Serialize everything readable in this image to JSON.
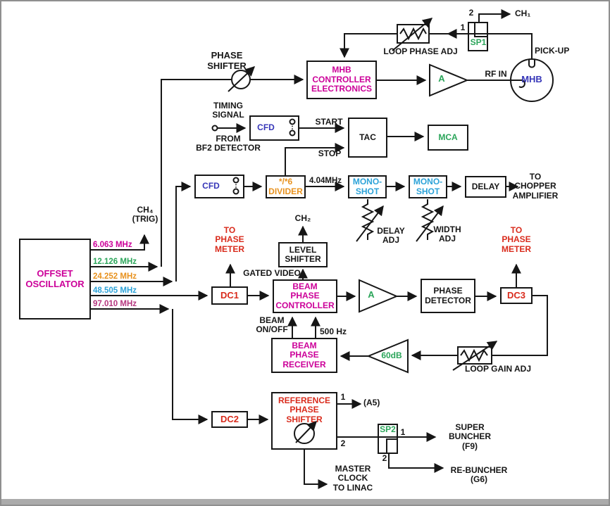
{
  "colors": {
    "line": "#161616",
    "magenta": "#cc0099",
    "red": "#d92b1c",
    "green": "#2ba55a",
    "blue": "#3636b8",
    "orange": "#e8921e",
    "cyan": "#2ba2d8",
    "rose": "#b5367e"
  },
  "mhb_loop": {
    "port2": "2",
    "ch1": "CH₁",
    "port1": "1",
    "sp1": "SP1",
    "loop_phase_adj": "LOOP PHASE ADJ",
    "pick_up": "PICK-UP",
    "phase_shifter": "PHASE\nSHIFTER",
    "controller": "MHB\nCONTROLLER\nELECTRONICS",
    "amp": "A",
    "rf_in": "RF IN",
    "mhb": "MHB"
  },
  "tac_chain": {
    "timing": "TIMING\nSIGNAL",
    "source": "FROM\nBF2 DETECTOR",
    "cfd": "CFD",
    "start": "START",
    "stop": "STOP",
    "tac": "TAC",
    "mca": "MCA"
  },
  "chopper_chain": {
    "cfd": "CFD",
    "divider": "*/*6\nDIVIDER",
    "freq": "4.04MHz",
    "monoshot": "MONO-\nSHOT",
    "delay": "DELAY",
    "dest": "TO\nCHOPPER\nAMPLIFIER",
    "delay_adj": "DELAY\nADJ",
    "width_adj": "WIDTH\nADJ"
  },
  "oscillator": {
    "label": "OFFSET\nOSCILLATOR",
    "trig": "CH₄\n(TRIG)",
    "outputs": [
      "6.063 MHz",
      "12.126 MHz",
      "24.252 MHz",
      "48.505 MHz",
      "97.010 MHz"
    ]
  },
  "beam_loop": {
    "to_phase_meter": "TO\nPHASE\nMETER",
    "dc1": "DC1",
    "ch2": "CH₂",
    "level_shifter": "LEVEL\nSHIFTER",
    "gated_video": "GATED VIDEO",
    "controller": "BEAM\nPHASE\nCONTROLLER",
    "amp": "A",
    "phase_detector": "PHASE\nDETECTOR",
    "dc3": "DC3",
    "beam_on_off": "BEAM\nON/OFF",
    "mod_freq": "500 Hz",
    "receiver": "BEAM\nPHASE\nRECEIVER",
    "amp_gain": "60dB",
    "loop_gain_adj": "LOOP GAIN ADJ"
  },
  "reference": {
    "dc2": "DC2",
    "shifter": "REFERENCE\nPHASE\nSHIFTER",
    "port1": "1",
    "a5": "(A5)",
    "port2": "2",
    "sp2": "SP2",
    "sp2_port1": "1",
    "sp2_port2": "2",
    "super_buncher": "SUPER\nBUNCHER\n(F9)",
    "re_buncher": "RE-BUNCHER\n(G6)",
    "master_clock": "MASTER\nCLOCK\nTO LINAC"
  }
}
